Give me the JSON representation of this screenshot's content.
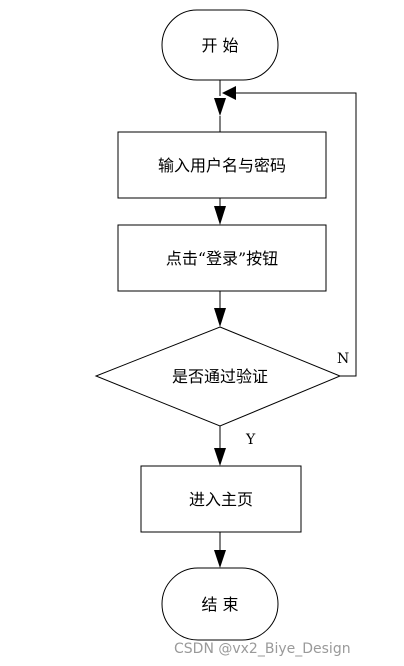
{
  "flowchart": {
    "start": "开  始",
    "input": "输入用户名与密码",
    "click": "点击“登录”按钮",
    "decision": "是否通过验证",
    "no_label": "N",
    "yes_label": "Y",
    "main": "进入主页",
    "end": "结  束"
  },
  "watermark": "CSDN @vx2_Biye_Design"
}
